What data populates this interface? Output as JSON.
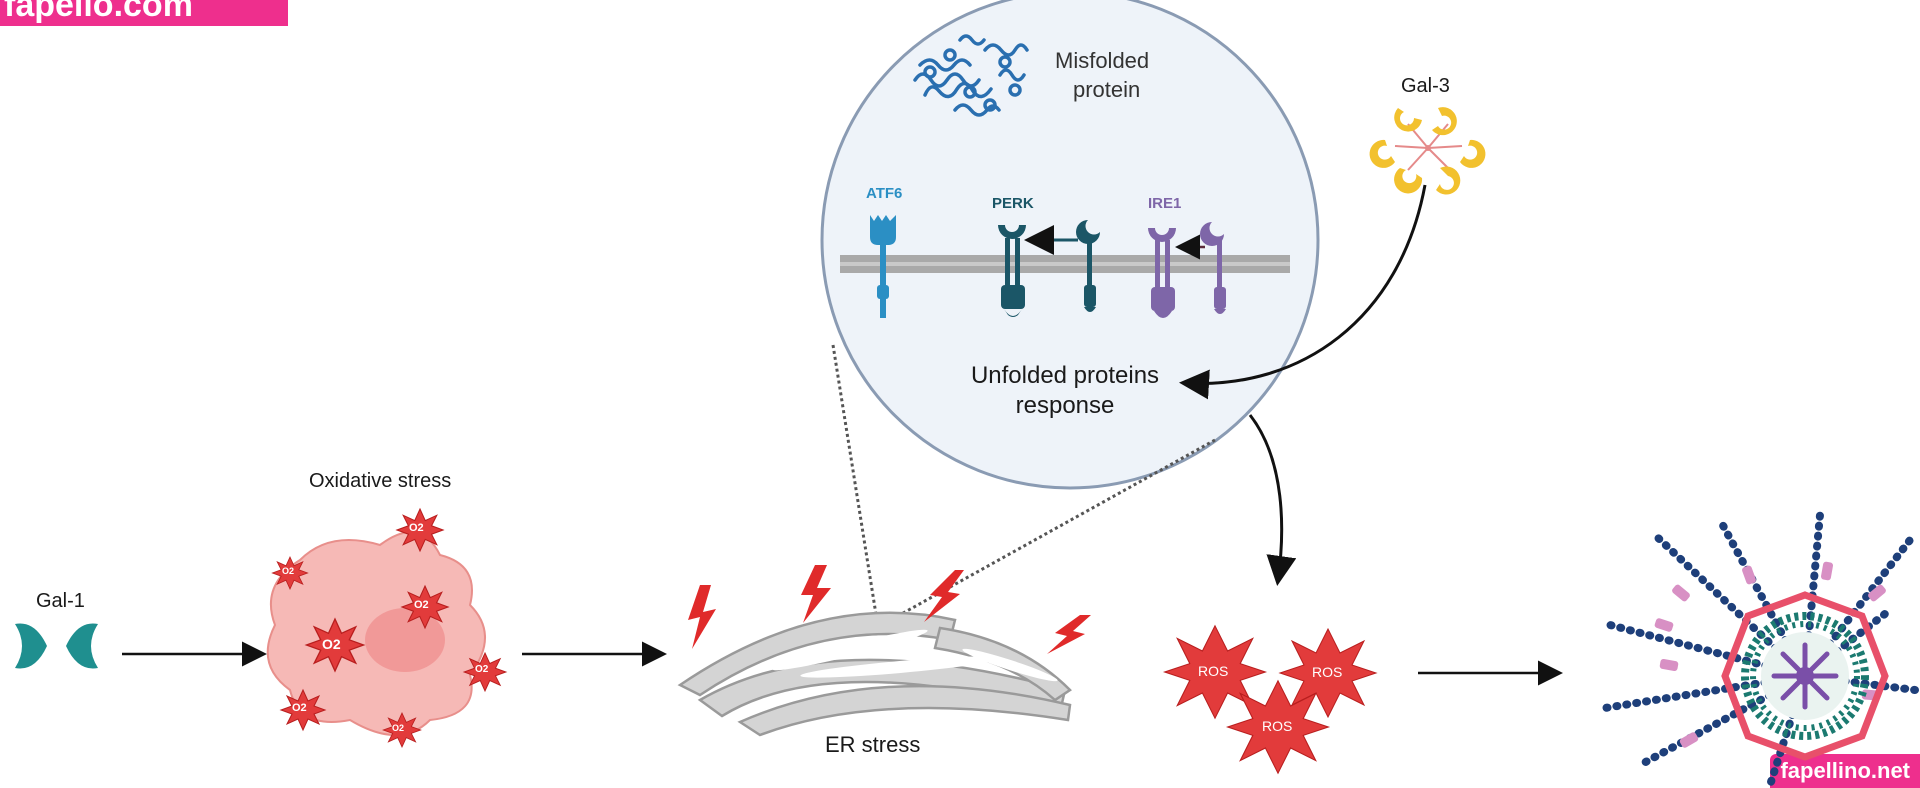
{
  "watermarks": {
    "top_left": "fapello.com",
    "bottom_right": "fapellino.net"
  },
  "inset": {
    "misfolded_label_line1": "Misfolded",
    "misfolded_label_line2": "protein",
    "sensors": {
      "atf6": "ATF6",
      "perk": "PERK",
      "ire1": "IRE1"
    },
    "upr_line1": "Unfolded proteins",
    "upr_line2": "response"
  },
  "gal3": {
    "label": "Gal-3"
  },
  "gal1": {
    "label": "Gal-1"
  },
  "oxidative": {
    "label": "Oxidative stress",
    "o2_label": "O2"
  },
  "er": {
    "label": "ER stress"
  },
  "ros": {
    "label": "ROS"
  },
  "colors": {
    "inset_fill": "#eef3f9",
    "inset_stroke": "#8a9bb3",
    "atf6": "#2b8fc4",
    "perk": "#1b5667",
    "ire1": "#7e66a8",
    "gal3": "#f2c12e",
    "gal1": "#1f8f8f",
    "ros_red": "#e23b3b",
    "cell_pink": "#f6b9b6",
    "er_gray": "#d4d4d4",
    "lightning": "#e02a2a",
    "misfolded": "#2a6fb0"
  }
}
